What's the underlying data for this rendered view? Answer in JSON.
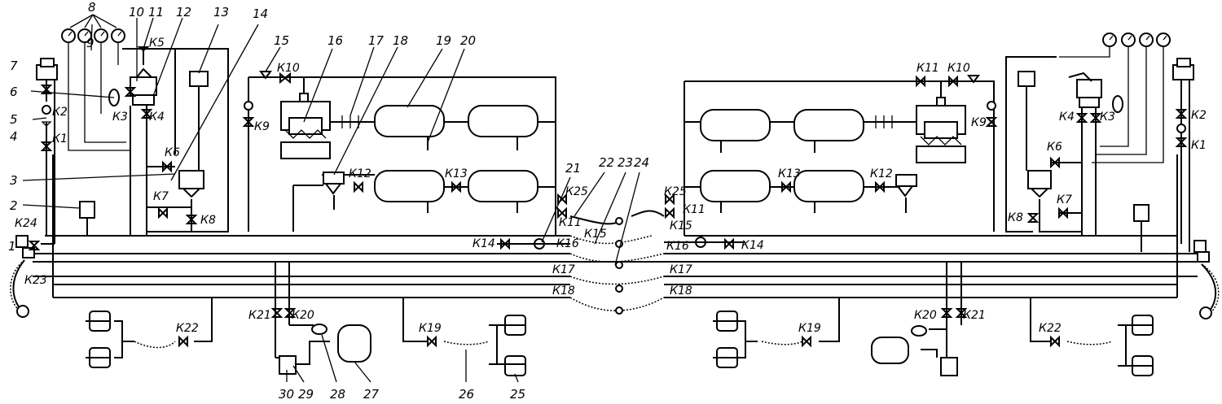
{
  "callouts": {
    "n1": "1",
    "n2": "2",
    "n3": "3",
    "n4": "4",
    "n5": "5",
    "n6": "6",
    "n7": "7",
    "n8": "8",
    "n9": "9",
    "n10": "10",
    "n11": "11",
    "n12": "12",
    "n13": "13",
    "n14": "14",
    "n15": "15",
    "n16": "16",
    "n17": "17",
    "n18": "18",
    "n19": "19",
    "n20": "20",
    "n21": "21",
    "n22": "22",
    "n23": "23",
    "n24": "24",
    "n25": "25",
    "n26": "26",
    "n27": "27",
    "n28": "28",
    "n29": "29",
    "n30": "30"
  },
  "valves": {
    "K1": "К1",
    "K2": "К2",
    "K3": "К3",
    "K4": "К4",
    "K5": "К5",
    "K6": "К6",
    "K7": "К7",
    "K8": "К8",
    "K9": "К9",
    "K10": "К10",
    "K11": "К11",
    "K12": "К12",
    "K13": "К13",
    "K14": "К14",
    "K15": "К15",
    "K16": "К16",
    "K17": "К17",
    "K18": "К18",
    "K19": "К19",
    "K20": "К20",
    "K21": "К21",
    "K22": "К22",
    "K23": "К23",
    "K24": "К24",
    "K25": "К25"
  }
}
